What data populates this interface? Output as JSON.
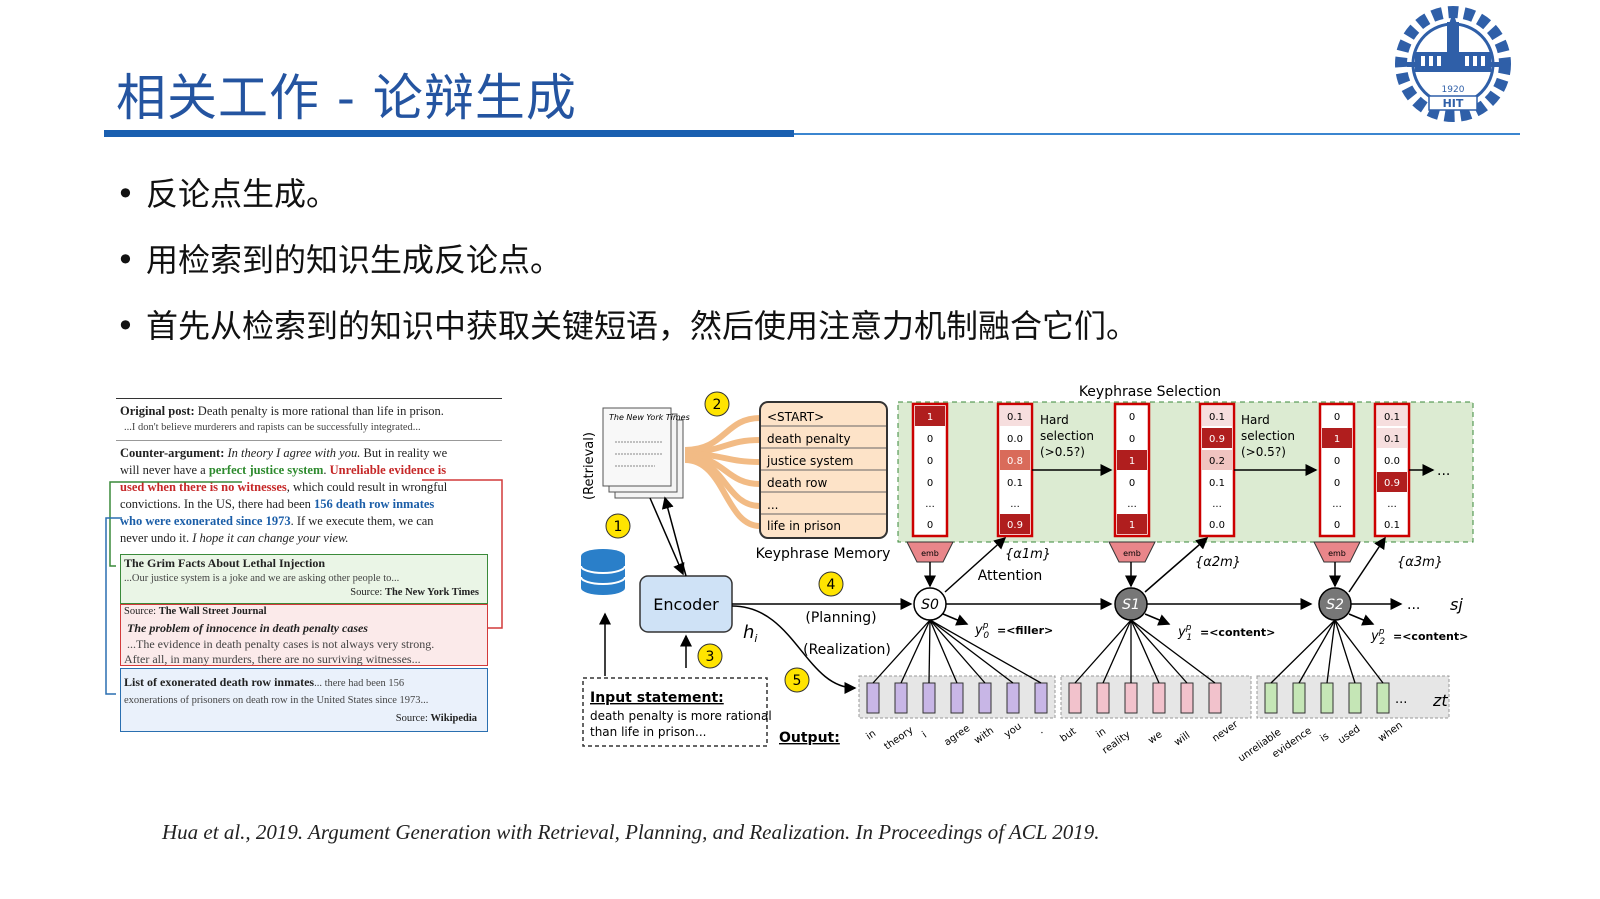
{
  "slide": {
    "title": "相关工作 - 论辩生成",
    "bullets": [
      "反论点生成。",
      "用检索到的知识生成反论点。",
      "首先从检索到的知识中获取关键短语，然后使用注意力机制融合它们。"
    ],
    "citation": "Hua et al., 2019. Argument Generation with Retrieval, Planning, and Realization. In Proceedings of ACL 2019.",
    "logo": {
      "year": "1920",
      "name": "HIT"
    }
  },
  "example": {
    "original_label": "Original post:",
    "original_text": " Death penalty is more rational than life in prison.",
    "original_sub": "...I don't believe murderers and rapists can be successfully integrated...",
    "counter_label": "Counter-argument:",
    "counter_lines": [
      {
        "parts": [
          {
            "t": " In theory I agree with you.",
            "c": "it"
          },
          {
            "t": " But in reality we",
            "c": ""
          }
        ]
      },
      {
        "parts": [
          {
            "t": "will never have a ",
            "c": ""
          },
          {
            "t": "perfect justice system",
            "c": "grn"
          },
          {
            "t": ". ",
            "c": ""
          },
          {
            "t": "Unreliable evidence is",
            "c": "red"
          }
        ]
      },
      {
        "parts": [
          {
            "t": "used when there is no witnesses",
            "c": "red"
          },
          {
            "t": ", which could result in wrongful",
            "c": ""
          }
        ]
      },
      {
        "parts": [
          {
            "t": "convictions. In the US, there had been ",
            "c": ""
          },
          {
            "t": "156 death row inmates",
            "c": "blu"
          }
        ]
      },
      {
        "parts": [
          {
            "t": "who were exonerated since 1973",
            "c": "blu"
          },
          {
            "t": ". If we execute them, we can",
            "c": ""
          }
        ]
      },
      {
        "parts": [
          {
            "t": "never undo it.  ",
            "c": ""
          },
          {
            "t": "I hope it can change your view.",
            "c": "it"
          }
        ]
      }
    ],
    "box1": {
      "title": "The Grim Facts About Lethal Injection",
      "text": "...Our justice system is a joke and we are asking other people to...",
      "source_label": "Source:",
      "source": "The New York Times"
    },
    "box2": {
      "source_label": "Source:",
      "source": "The Wall Street Journal",
      "title": "The problem of innocence in death penalty cases",
      "text1": "...The evidence in death penalty cases is not always very strong.",
      "text2": "After all, in many murders, there are no surviving witnesses..."
    },
    "box3": {
      "title": "List of exonerated death row inmates",
      "text1": "... there had been 156",
      "text2": "exonerations of prisoners on death row in the United States since 1973...",
      "source_label": "Source:",
      "source": "Wikipedia"
    }
  },
  "diagram": {
    "newspaper": "The New York Times",
    "retrieval": "(Retrieval)",
    "steps": [
      "1",
      "2",
      "3",
      "4",
      "5"
    ],
    "memory_items": [
      "<START>",
      "death penalty",
      "justice system",
      "death row",
      "...",
      "life in prison"
    ],
    "memory_label": "Keyphrase Memory",
    "selection_label": "Keyphrase Selection",
    "encoder": "Encoder",
    "h_label": "h",
    "h_sub": "i",
    "planning": "(Planning)",
    "realization": "(Realization)",
    "attention": "Attention",
    "alpha": [
      "{α1m}",
      "{α2m}",
      "{α3m}"
    ],
    "hard_selection": [
      "Hard",
      "selection",
      "(>0.5?)"
    ],
    "col_sel1": [
      "1",
      "0",
      "0",
      "0",
      "...",
      "0"
    ],
    "col_att1": [
      "0.1",
      "0.0",
      "0.8",
      "0.1",
      "...",
      "0.9"
    ],
    "col_sel2": [
      "0",
      "0",
      "1",
      "0",
      "...",
      "1"
    ],
    "col_att2": [
      "0.1",
      "0.9",
      "0.2",
      "0.1",
      "...",
      "0.0"
    ],
    "col_sel3": [
      "0",
      "1",
      "0",
      "0",
      "...",
      "0"
    ],
    "col_att3": [
      "0.1",
      "0.1",
      "0.0",
      "0.9",
      "...",
      "0.1"
    ],
    "emb": "emb",
    "states": [
      "S0",
      "S1",
      "S2"
    ],
    "state_sj": "sj",
    "zt": "zt",
    "y_labels": [
      "=<filler>",
      "=<content>",
      "=<content>"
    ],
    "input_title": "Input statement:",
    "input_text": [
      "death penalty is more rational",
      "than life in prison..."
    ],
    "output_label": "Output:",
    "output_words": [
      "in",
      "theory",
      "i",
      "agree",
      "with",
      "you",
      ".",
      "but",
      "in",
      "reality",
      "we",
      "will",
      "never",
      "unreliable",
      "evidence",
      "is",
      "used",
      "when"
    ],
    "ellipsis": "..."
  }
}
